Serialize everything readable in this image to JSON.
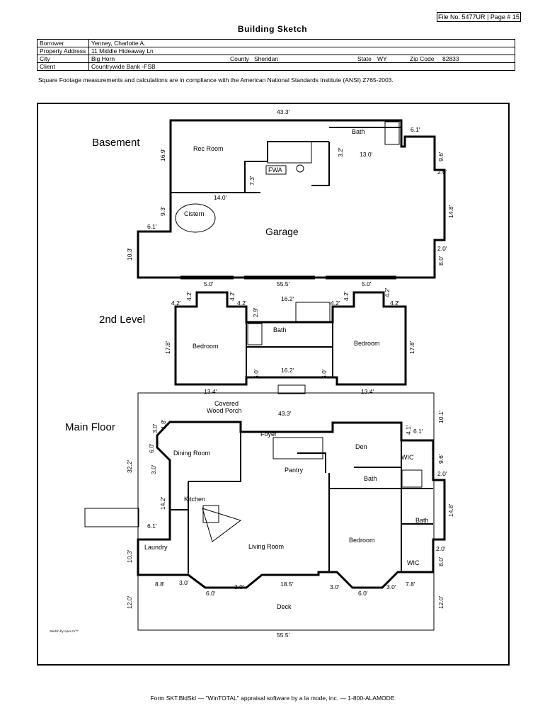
{
  "header": {
    "file_no": "File No. 5477UR",
    "page_no": "Page # 15",
    "title": "Building Sketch"
  },
  "subject": {
    "borrower_label": "Borrower",
    "borrower": "Yenney, Charlotte A.",
    "address_label": "Property Address",
    "address": "11 Middle Hideaway Ln",
    "city_label": "City",
    "city": "Big Horn",
    "county_label": "County",
    "county": "Sheridan",
    "state_label": "State",
    "state": "WY",
    "zip_label": "Zip Code",
    "zip": "82833",
    "client_label": "Client",
    "client": "Countrywide Bank -FSB"
  },
  "ansi_note": "Square Footage measurements and calculations are in compliance with the American National Standards Institute (ANSI) Z765-2003.",
  "sketch": {
    "sections": {
      "basement": "Basement",
      "second_level": "2nd Level",
      "main_floor": "Main Floor"
    },
    "rooms": {
      "rec_room": "Rec Room",
      "bath": "Bath",
      "fwa": "FWA",
      "cistern": "Cistern",
      "garage": "Garage",
      "bedroom": "Bedroom",
      "covered_porch": "Covered",
      "covered_porch2": "Wood Porch",
      "foyer": "Foyer",
      "dining_room": "Dining Room",
      "den": "Den",
      "wic": "WIC",
      "pantry": "Pantry",
      "kitchen": "Kitchen",
      "laundry": "Laundry",
      "living_room": "Living Room",
      "deck": "Deck"
    },
    "credit": "Sketch by Apex IV™",
    "dims": {
      "b_433": "43.3'",
      "b_61a": "6.1'",
      "b_169": "16.9'",
      "b_32": "3.2'",
      "b_130": "13.0'",
      "b_96": "9.6'",
      "b_20a": "2.0'",
      "b_73": "7.3'",
      "b_140": "14.0'",
      "b_93": "9.3'",
      "b_61b": "6.1'",
      "b_148": "14.8'",
      "b_103": "10.3'",
      "b_20b": "2.0'",
      "b_80": "8.0'",
      "b_50a": "5.0'",
      "b_555": "55.5'",
      "b_50b": "5.0'",
      "l2_42": "4.2'",
      "l2_162": "16.2'",
      "l2_29": "2.9'",
      "l2_178": "17.8'",
      "l2_50": "5.0'",
      "l2_134": "13.4'",
      "m_18": "1.8'",
      "m_30": "3.0'",
      "m_60": "6.0'",
      "m_322": "32.2'",
      "m_142": "14.2'",
      "m_61": "6.1'",
      "m_103": "10.3'",
      "m_88": "8.8'",
      "m_185": "18.5'",
      "m_78": "7.8'",
      "m_120": "12.0'",
      "m_101": "10.1'",
      "m_41": "4.1'",
      "m_96": "9.6'",
      "m_20a": "2.0'",
      "m_148": "14.8'",
      "m_20b": "2.0'",
      "m_80": "8.0'",
      "m_555": "55.5'",
      "m_433": "43.3'"
    }
  },
  "footer": "Form SKT.BldSkI — \"WinTOTAL\" appraisal software by a la mode, inc. — 1-800-ALAMODE"
}
